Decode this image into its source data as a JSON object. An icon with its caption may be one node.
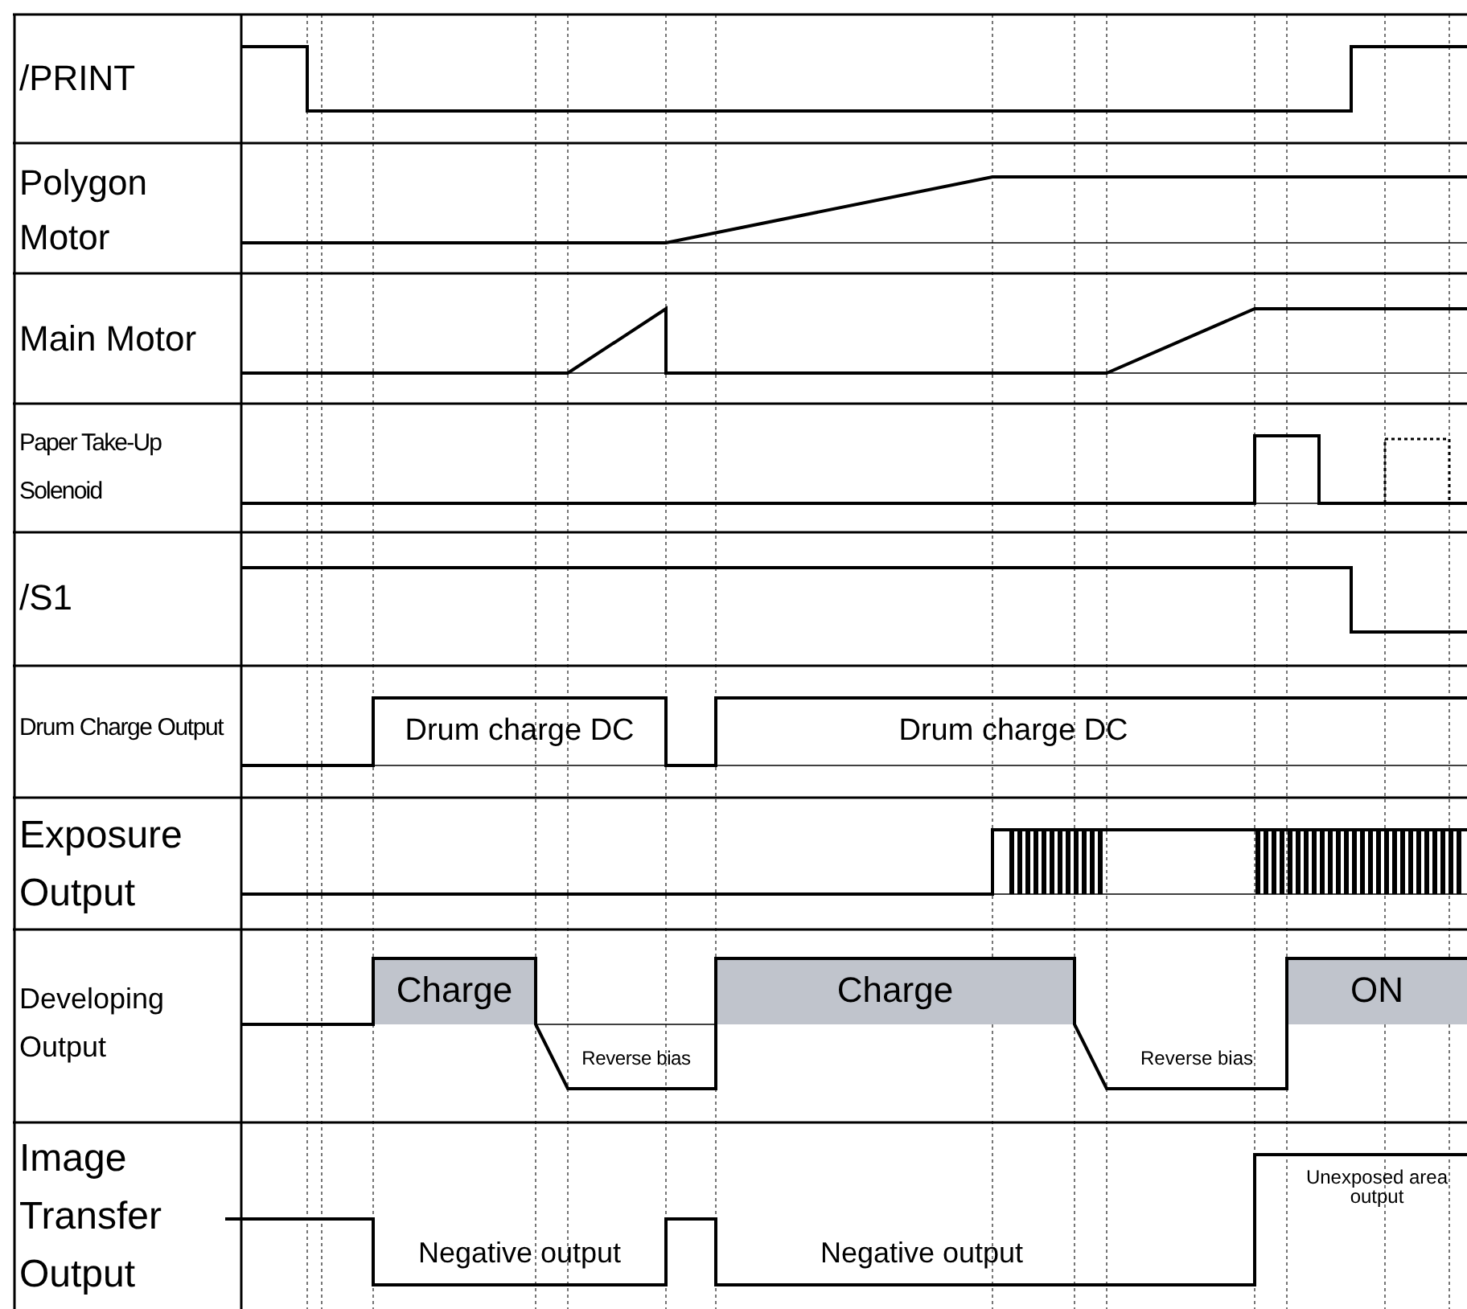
{
  "diagram": {
    "labels": [
      "/PRINT",
      "Polygon Motor",
      "Main Motor",
      "Paper Take-Up Solenoid",
      "/S1",
      "Drum Charge Output",
      "Drum charge DC",
      "Drum charge DC",
      "Exposure Output",
      "Developing Output",
      "Charge",
      "Charge",
      "ON",
      "Reverse bias",
      "Reverse bias",
      "Image Transfer Output",
      "Unexposed area output",
      "Negative output",
      "Negative output"
    ]
  }
}
